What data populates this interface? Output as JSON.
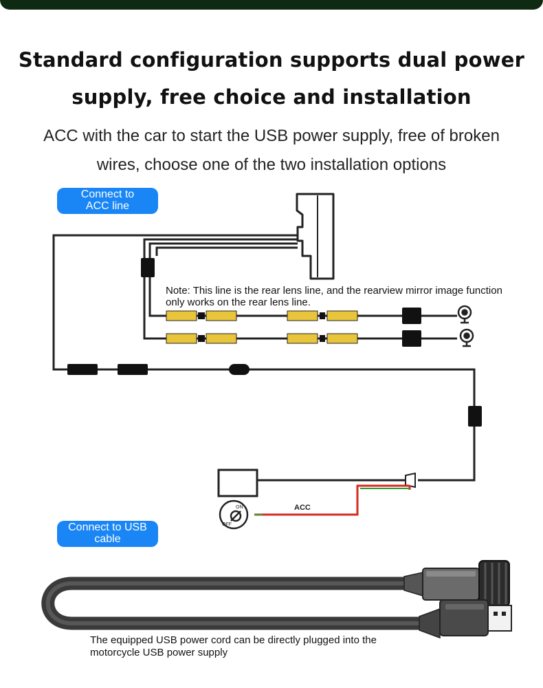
{
  "header": {
    "title_line1": "Standard configuration supports dual power",
    "title_line2": "supply, free choice and installation",
    "subtitle_line1": "ACC with the car to start the USB power supply, free of broken",
    "subtitle_line2": "wires, choose one of the two installation options"
  },
  "options": {
    "acc": {
      "line1": "Connect to",
      "line2": "ACC line"
    },
    "usb": {
      "line1": "Connect to USB",
      "line2": "cable"
    }
  },
  "diagram": {
    "note": "Note: This line is the rear lens line, and the rearview mirror image function only works on the rear lens line.",
    "acc_wire_label": "ACC",
    "ignition_on": "ON",
    "ignition_off": "OFF"
  },
  "footer": {
    "note_line1": "The equipped USB power cord can be directly plugged into the",
    "note_line2": "motorcycle USB power supply"
  },
  "colors": {
    "accent_blue": "#1a86f5",
    "connector_yellow": "#e8c53b",
    "acc_wire_red": "#d62a1e",
    "acc_wire_green": "#2e9e3a"
  }
}
